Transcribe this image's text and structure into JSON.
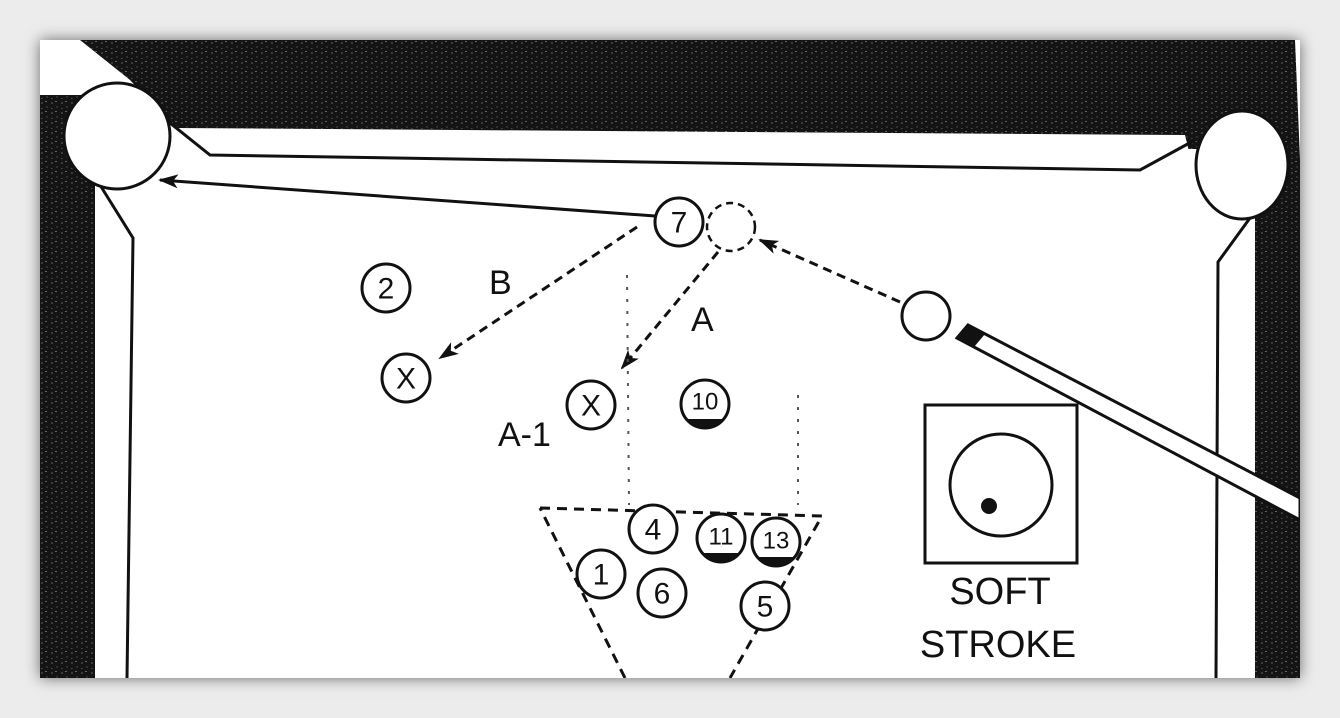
{
  "balls": {
    "b7": "7",
    "b2": "2",
    "b10": "10",
    "b4": "4",
    "b11": "11",
    "b13": "13",
    "b1": "1",
    "b6": "6",
    "b5": "5"
  },
  "targets": {
    "x_b": "X",
    "x_a1": "X"
  },
  "labels": {
    "path_a": "A",
    "path_b": "B",
    "path_a1": "A-1"
  },
  "caption": {
    "line1": "SOFT",
    "line2": "STROKE"
  },
  "colors": {
    "felt": "#1a1a1a",
    "ink": "#111111",
    "paper": "#ffffff"
  }
}
